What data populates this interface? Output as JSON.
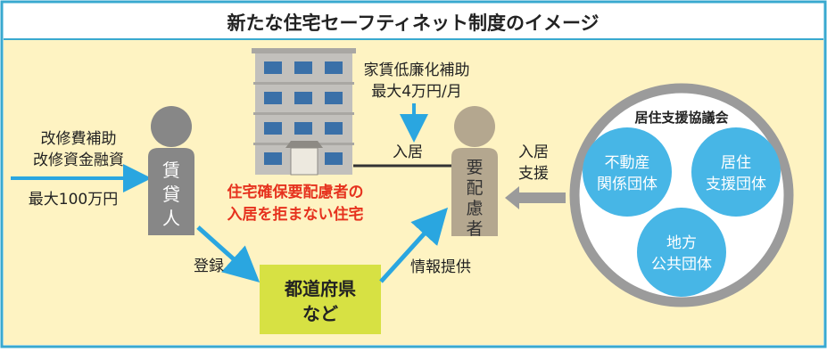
{
  "title": "新たな住宅セーフティネット制度のイメージ",
  "left_arrow": {
    "line1": "改修費補助",
    "line2": "改修資金融資",
    "line3": "最大100万円"
  },
  "landlord": {
    "c1": "賃",
    "c2": "貸",
    "c3": "人"
  },
  "building_caption": {
    "line1": "住宅確保要配慮者の",
    "line2": "入居を拒まない住宅"
  },
  "rent_subsidy": {
    "line1": "家賃低廉化補助",
    "line2": "最大4万円/月"
  },
  "move_in": "入居",
  "person_needing_care": {
    "c1": "要",
    "c2": "配",
    "c3": "慮",
    "c4": "者"
  },
  "support": {
    "line1": "入居",
    "line2": "支援"
  },
  "council": {
    "title": "居住支援協議会",
    "members": [
      {
        "line1": "不動産",
        "line2": "関係団体"
      },
      {
        "line1": "居住",
        "line2": "支援団体"
      },
      {
        "line1": "地方",
        "line2": "公共団体"
      }
    ]
  },
  "registration": "登録",
  "info_provision": "情報提供",
  "prefecture_box": {
    "line1": "都道府県",
    "line2": "など"
  },
  "colors": {
    "border": "#39a9cf",
    "title_bar": "#ffffff",
    "background": "#fef3c2",
    "arrow_blue": "#2aa6e0",
    "landlord_gray": "#878787",
    "resident_tan": "#b4a78f",
    "red_text": "#e6321e",
    "council_gray": "#9b9b9b",
    "council_circle": "#47b6e6",
    "pref_box": "#d7e143",
    "building": "#c2c0bc",
    "window": "#3a70a8"
  }
}
